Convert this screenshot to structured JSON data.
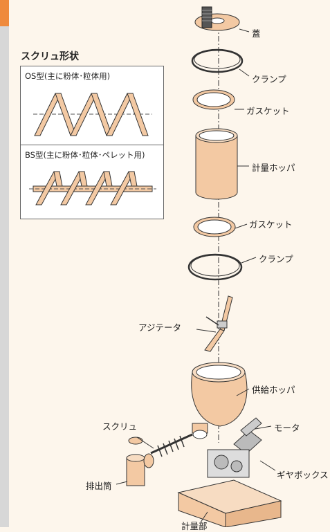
{
  "screw_shape": {
    "title": "スクリュ形状",
    "os_label": "OS型(主に粉体･粒体用)",
    "bs_label": "BS型(主に粉体･粒体･ペレット用)"
  },
  "parts": {
    "lid": "蓋",
    "clamp_top": "クランプ",
    "gasket_top": "ガスケット",
    "hopper_meter": "計量ホッパ",
    "gasket_bottom": "ガスケット",
    "clamp_bottom": "クランプ",
    "agitator": "アジテータ",
    "supply_hopper": "供給ホッパ",
    "screw": "スクリュ",
    "motor": "モータ",
    "gearbox": "ギヤボックス",
    "discharge": "排出筒",
    "meter_unit": "計量部"
  },
  "colors": {
    "part_fill": "#f3c9a3",
    "part_stroke": "#333333",
    "accent": "#ef8a3c"
  }
}
